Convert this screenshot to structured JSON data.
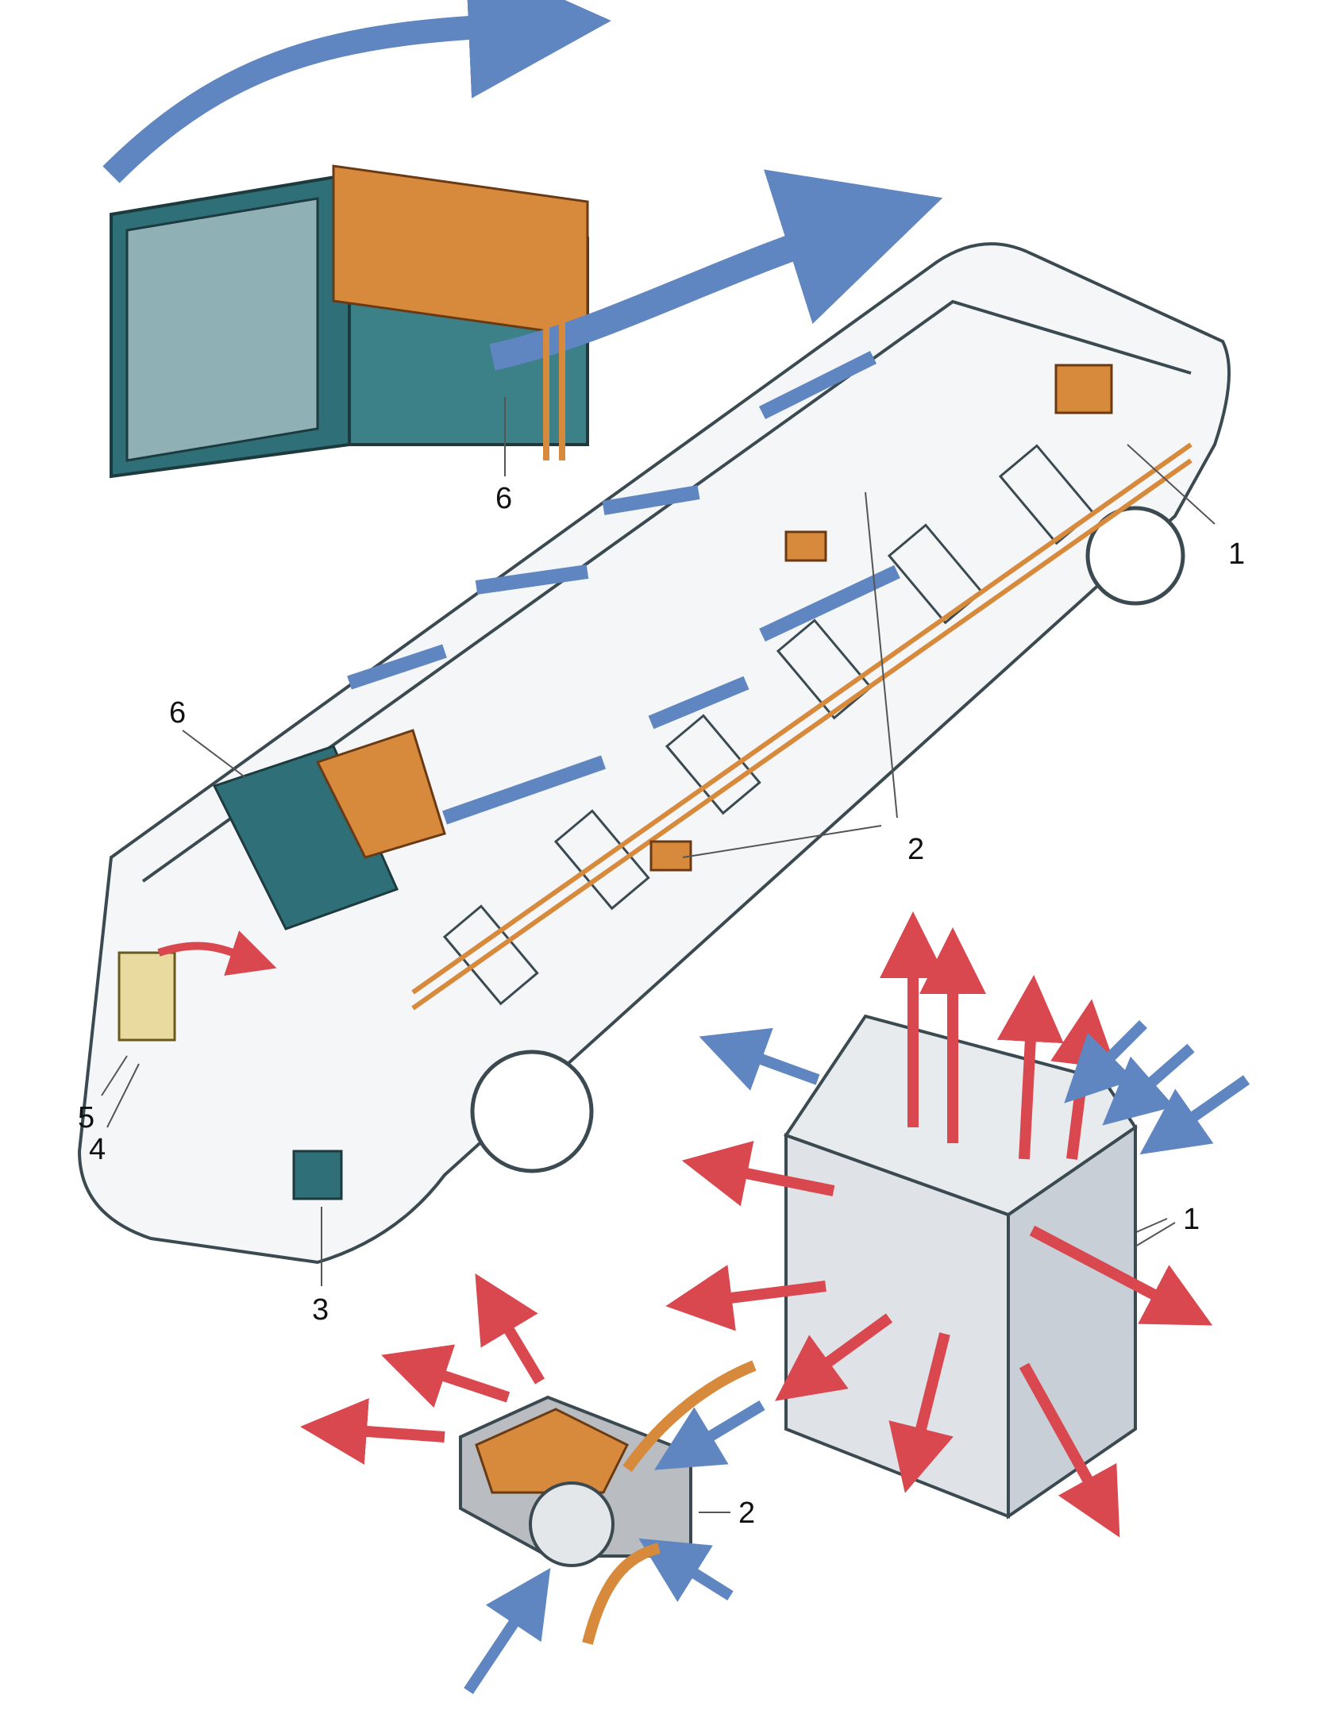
{
  "figure": {
    "subject": "Bus interior heating and ventilation system",
    "colors": {
      "cold_air": "#5f86c0",
      "hot_air": "#d9474f",
      "pipes": "#d88a3c",
      "rooftop_unit": "#2f6f77",
      "bus_outline": "#3a4a50"
    },
    "callouts": [
      {
        "id": "label-6-top",
        "text": "6"
      },
      {
        "id": "label-1-right",
        "text": "1"
      },
      {
        "id": "label-6-left",
        "text": "6"
      },
      {
        "id": "label-2-mid",
        "text": "2"
      },
      {
        "id": "label-5",
        "text": "5"
      },
      {
        "id": "label-4",
        "text": "4"
      },
      {
        "id": "label-3",
        "text": "3"
      },
      {
        "id": "label-1-detail",
        "text": "1"
      },
      {
        "id": "label-2-detail",
        "text": "2"
      }
    ]
  }
}
